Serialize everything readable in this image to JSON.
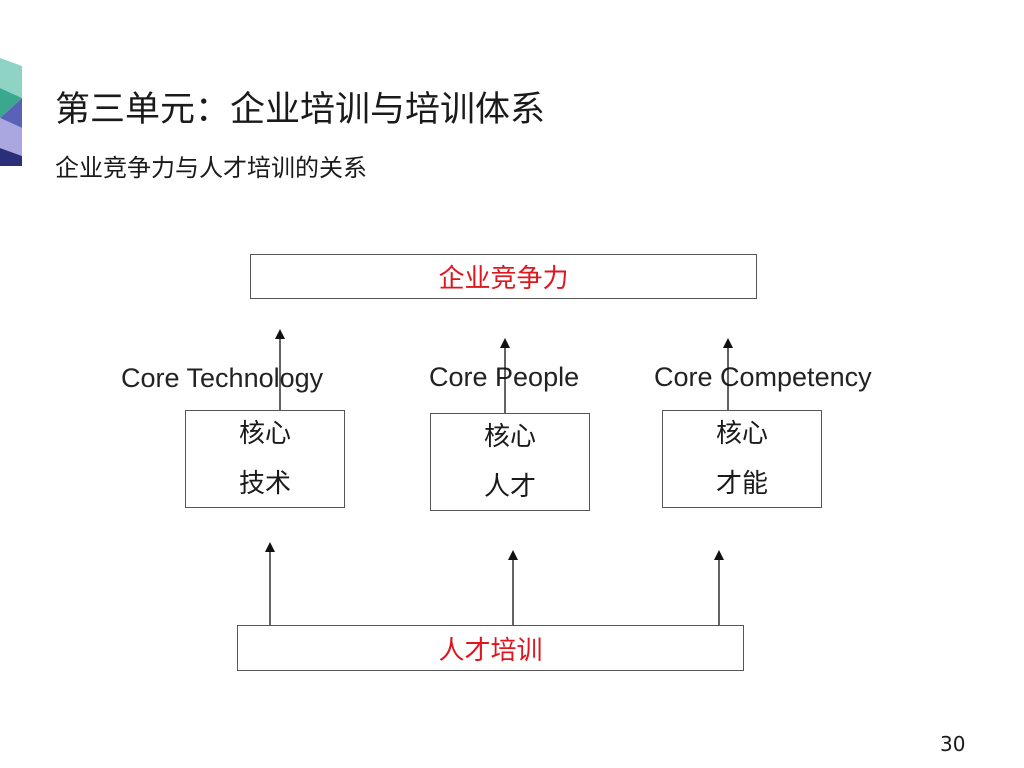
{
  "slide": {
    "title": "第三单元：企业培训与培训体系",
    "subtitle": "企业竞争力与人才培训的关系",
    "page_number": "30"
  },
  "diagram": {
    "top_box": "企业竞争力",
    "bottom_box": "人才培训",
    "columns": [
      {
        "english": "Core Technology",
        "line1": "核心",
        "line2": "技术"
      },
      {
        "english": "Core People",
        "line1": "核心",
        "line2": "人才"
      },
      {
        "english": "Core Competency",
        "line1": "核心",
        "line2": "才能"
      }
    ]
  },
  "colors": {
    "accent": "#e0161e",
    "border": "#555555",
    "text": "#1a1a1a"
  }
}
